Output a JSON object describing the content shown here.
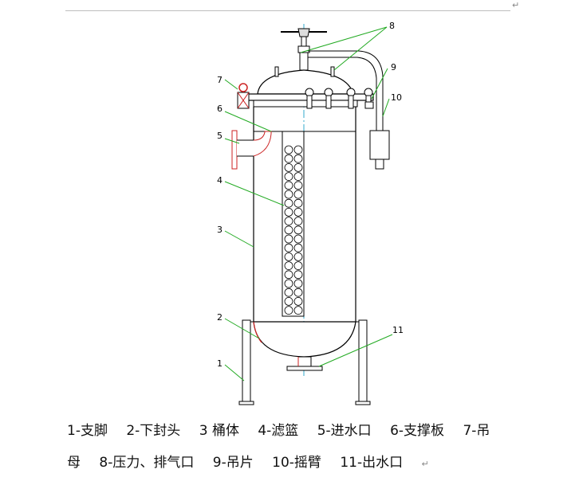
{
  "labels": [
    "1",
    "2",
    "3",
    "4",
    "5",
    "6",
    "7",
    "8",
    "9",
    "10",
    "11"
  ],
  "legend_line1": [
    "1-支脚",
    "2-下封头",
    "3 桶体",
    "4-滤篮",
    "5-进水口",
    "6-支撑板",
    "7-吊"
  ],
  "legend_line2": [
    "母",
    "8-压力、排气口",
    "9-吊片",
    "10-摇臂",
    "11-出水口"
  ],
  "para_mark": "↵",
  "colors": {
    "leader": "#22aa22",
    "axis": "#33aacc",
    "body": "#000000",
    "inlet_red": "#cc2222"
  }
}
